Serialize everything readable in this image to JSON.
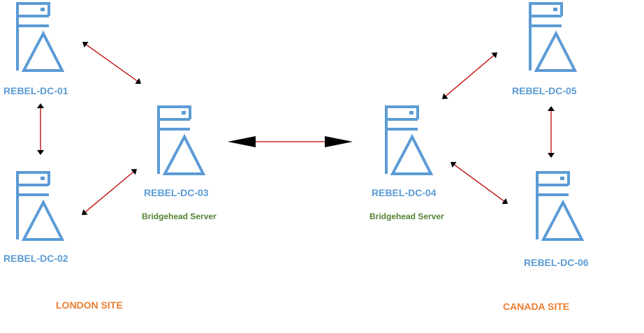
{
  "servers": [
    {
      "name": "REBEL-DC-01"
    },
    {
      "name": "REBEL-DC-02"
    },
    {
      "name": "REBEL-DC-03",
      "role": "Bridgehead Server"
    },
    {
      "name": "REBEL-DC-04",
      "role": "Bridgehead Server"
    },
    {
      "name": "REBEL-DC-05"
    },
    {
      "name": "REBEL-DC-06"
    }
  ],
  "sites": [
    {
      "name": "LONDON SITE"
    },
    {
      "name": "CANADA SITE"
    }
  ],
  "connections": [
    {
      "from": "REBEL-DC-01",
      "to": "REBEL-DC-02",
      "direction": "bidirectional"
    },
    {
      "from": "REBEL-DC-01",
      "to": "REBEL-DC-03",
      "direction": "bidirectional"
    },
    {
      "from": "REBEL-DC-02",
      "to": "REBEL-DC-03",
      "direction": "bidirectional"
    },
    {
      "from": "REBEL-DC-03",
      "to": "REBEL-DC-04",
      "direction": "bidirectional"
    },
    {
      "from": "REBEL-DC-04",
      "to": "REBEL-DC-05",
      "direction": "bidirectional"
    },
    {
      "from": "REBEL-DC-04",
      "to": "REBEL-DC-06",
      "direction": "bidirectional"
    },
    {
      "from": "REBEL-DC-05",
      "to": "REBEL-DC-06",
      "direction": "bidirectional"
    }
  ],
  "colors": {
    "icon": "#5b9bd5",
    "server_label": "#5b9bd5",
    "role_label": "#548235",
    "site_label": "#ed7d31",
    "arrow": "#c00000",
    "arrow_head": "#000000"
  }
}
